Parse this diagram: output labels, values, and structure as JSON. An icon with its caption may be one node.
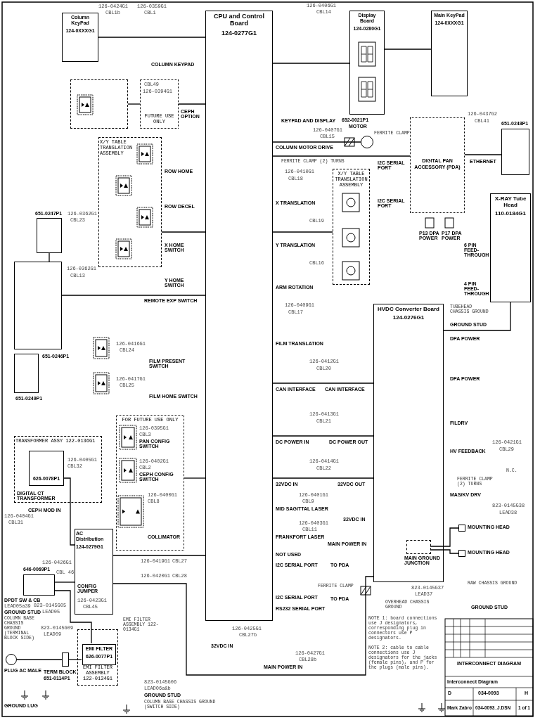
{
  "diagram": {
    "nodes": [
      {
        "text": [
          "Column KeyPad",
          "124-0XXXG1"
        ]
      },
      {
        "text": [
          "CPU and Control Board",
          "124-0277G1"
        ]
      },
      {
        "text": [
          "Display Board",
          "124-0280G1"
        ]
      },
      {
        "text": [
          "Main KeyPad",
          "124-0XXXG1"
        ]
      },
      {
        "text": [
          "DIGITAL PAN ACCESSORY (PDA)"
        ]
      },
      {
        "text": [
          "X-RAY Tube Head",
          "110-0184G1"
        ]
      },
      {
        "text": [
          "HVDC Converter Board",
          "124-0276G1"
        ]
      },
      {
        "text": [
          "AC Distribution",
          "124-0279G1"
        ]
      },
      {
        "text": [],
        "shape": "circle",
        "beside": [
          "652-0021P1",
          "MOTOR"
        ]
      },
      {
        "text": [],
        "shape": "box",
        "beside": [
          "646-0069P1",
          "DPDT SW & CB"
        ]
      },
      {
        "text": [
          "EMI FILTER ASSEMBLY 122-0134G1"
        ]
      },
      {
        "text": [
          "EMI FILTER",
          "626-0077P1"
        ],
        "in": 10
      },
      {
        "text": [
          "TRANSFORMER ASSY 122-0136G1"
        ]
      },
      {
        "text": [
          "626-0078P1"
        ],
        "in": 12,
        "beside": [
          "DIGITAL CT TRANSFORMER"
        ]
      },
      {
        "text": [],
        "shape": "box",
        "beside": [
          "TERM BLOCK",
          "651-0114P1"
        ]
      },
      {
        "text": [],
        "shape": "circle",
        "beside": [
          "PLUG AC MALE"
        ]
      },
      {
        "text": [],
        "shape": "box",
        "beside": [
          "651-0247P1"
        ]
      },
      {
        "text": [],
        "shape": "box",
        "beside": [
          "651-0246P1"
        ]
      },
      {
        "text": [],
        "shape": "box",
        "beside": [
          "651-0249P1"
        ]
      },
      {
        "text": [],
        "shape": "box",
        "beside": [
          "651-0248P1"
        ]
      },
      {
        "text": [
          "X/Y TABLE TRANSLATION ASSEMBLY"
        ]
      },
      {
        "text": [],
        "shape": "box"
      },
      {
        "text": [
          "FUTURE USE ONLY"
        ]
      },
      {
        "text": [
          "FOR FUTURE USE ONLY"
        ]
      },
      {
        "text": [
          "X/Y TABLE TRANSLATION ASSEMBLY"
        ]
      },
      {
        "text": [],
        "shape": "box",
        "beside": [
          "MOUNTING HEAD"
        ]
      },
      {
        "text": [],
        "shape": "box",
        "beside": [
          "MOUNTING HEAD"
        ]
      },
      {
        "text": [],
        "shape": "box",
        "in": 6,
        "beside": [
          "MAIN GROUND JUNCTION"
        ]
      }
    ],
    "edges": [
      {
        "from": 0,
        "to": 1,
        "arrow": "none"
      },
      {
        "from": 1,
        "to": 2,
        "arrow": "none"
      },
      {
        "from": 2,
        "to": 3,
        "arrow": "none"
      },
      {
        "from": 1,
        "to": 8,
        "arrow": "none"
      },
      {
        "from": 1,
        "to": 4,
        "arrow": "none"
      },
      {
        "from": 4,
        "to": 19,
        "arrow": "none"
      },
      {
        "from": 1,
        "to": 6,
        "arrow": "none"
      },
      {
        "from": 1,
        "to": 6,
        "arrow": "none"
      },
      {
        "from": 1,
        "to": 6,
        "arrow": "none"
      },
      {
        "from": 6,
        "to": 5,
        "arrow": "none"
      },
      {
        "from": 7,
        "to": 1,
        "arrow": "none"
      },
      {
        "from": 7,
        "to": 6,
        "arrow": "none"
      },
      {
        "from": 9,
        "to": 7,
        "arrow": "none"
      },
      {
        "from": 13,
        "to": 7,
        "arrow": "none"
      },
      {
        "from": 15,
        "to": 14,
        "arrow": "none"
      },
      {
        "from": 14,
        "to": 11,
        "arrow": "none"
      },
      {
        "from": 11,
        "to": 9,
        "arrow": "none"
      },
      {
        "from": 17,
        "to": 1,
        "arrow": "none"
      },
      {
        "from": 16,
        "to": 17,
        "arrow": "none"
      },
      {
        "from": 20,
        "to": 1,
        "arrow": "none"
      },
      {
        "from": 23,
        "to": 1,
        "arrow": "none"
      },
      {
        "from": 24,
        "to": 1,
        "arrow": "none"
      },
      {
        "from": 27,
        "to": 25,
        "arrow": "none"
      },
      {
        "from": 27,
        "to": 26,
        "arrow": "none"
      },
      {
        "from": 21,
        "to": 22,
        "arrow": "none"
      },
      {
        "from": 22,
        "to": 1,
        "arrow": "none"
      }
    ],
    "labels": [
      "126-0424G1",
      "CBL1b",
      "126-0359G1",
      "CBL1",
      "COLUMN KEYPAD",
      "CBL49",
      "126-0394G1",
      "CEPH OPTION",
      "ROW HOME",
      "ROW DECEL",
      "X HOME SWITCH",
      "Y HOME SWITCH",
      "126-0362G1",
      "CBL23",
      "126-0362G1",
      "CBL13",
      "REMOTE EXP SWITCH",
      "126-0416G1",
      "CBL24",
      "FILM PRESENT SWITCH",
      "126-0417G1",
      "CBL25",
      "FILM HOME SWITCH",
      "126-0395G1",
      "CBL3",
      "PAN CONFIG SWITCH",
      "126-0402G1",
      "CBL2",
      "CEPH CONFIG SWITCH",
      "126-0400G1",
      "CBL8",
      "COLLIMATOR",
      "126-0405G1",
      "CBL32",
      "CEPH MOD IN",
      "126-0404G1",
      "CBL31",
      "126-0426G1",
      "CBL 46",
      "CONFIG JUMPER",
      "126-0423G1",
      "CBL45",
      "823-0145G05",
      "LEAD05",
      "LEAD05a39",
      "GROUND STUD",
      "COLUMN BASE CHASSIS GROUND (TERMINAL BLOCK SIDE)",
      "823-0145G09",
      "LEAD09",
      "EMI FILTER ASSEMBLY 122-0134G1",
      "GROUND LUG",
      "823-0145G06",
      "LEAD06a&b",
      "GROUND STUD",
      "COLUMN BASE CHASSIS GROUND (SWITCH SIDE)",
      "126-0419G1",
      "CBL27",
      "126-0420G1",
      "CBL28",
      "126-0406G1",
      "CBL14",
      "KEYPAD AND DISPLAY",
      "COLUMN MOTOR DRIVE",
      "126-0407G1",
      "CBL15",
      "FERRITE CLAMP (2) TURNS",
      "126-0410G1",
      "CBL18",
      "X TRANSLATION",
      "CBL19",
      "Y TRANSLATION",
      "CBL16",
      "ARM ROTATION",
      "126-0409G1",
      "CBL17",
      "FILM TRANSLATION",
      "126-0412G1",
      "CBL20",
      "CAN INTERFACE",
      "CAN INTERFACE",
      "126-0413G1",
      "CBL21",
      "DC POWER IN",
      "DC POWER OUT",
      "126-0414G1",
      "CBL22",
      "32VDC IN",
      "32VDC OUT",
      "126-0401G1",
      "CBL9",
      "MID SAGITTAL LASER",
      "32VDC IN",
      "126-0403G1",
      "CBL11",
      "FRANKFORT LASER",
      "MAIN POWER IN",
      "TO PDA",
      "NOT USED",
      "I2C SERIAL PORT",
      "FERRITE CLAMP",
      "TO PDA",
      "I2C SERIAL PORT",
      "RS232 SERIAL PORT",
      "126-0425G1",
      "CBL27b",
      "32VDC IN",
      "126-0427G1",
      "CBL28b",
      "MAIN POWER IN",
      "FERRITE CLAMP",
      "I2C SERIAL PORT",
      "I2C SERIAL PORT",
      "126-0437G2",
      "CBL41",
      "ETHERNET",
      "P13 DPA POWER",
      "P17 DPA POWER",
      "6 PIN FEED-THROUGH",
      "4 PIN FEED-THROUGH",
      "GROUND STUD",
      "TUBEHEAD CHASSIS GROUND",
      "DPA POWER",
      "DPA POWER",
      "FILDRV",
      "HV FEEDBACK",
      "126-0421G1",
      "CBL29",
      "FERRITE CLAMP (2) TURNS",
      "N.C.",
      "MAS/KV DRV",
      "823-0145G38",
      "LEAD38",
      "823-0145G37",
      "LEAD37",
      "RAW CHASSIS GROUND",
      "GROUND STUD",
      "OVERHEAD CHASSIS GROUND",
      "NOTE 1: board connections use J designators, corresponding plug in connectors use P designators.",
      "NOTE 2: cable to cable connections use J designators for the jacks (female pins), and P for the plugs (male pins).",
      "INTERCONNECT DIAGRAM",
      "Interconnect Diagram",
      "D",
      "034-0093",
      "H",
      "Mark Zabro",
      "034-0093_J.DSN",
      "1 of 1"
    ]
  }
}
